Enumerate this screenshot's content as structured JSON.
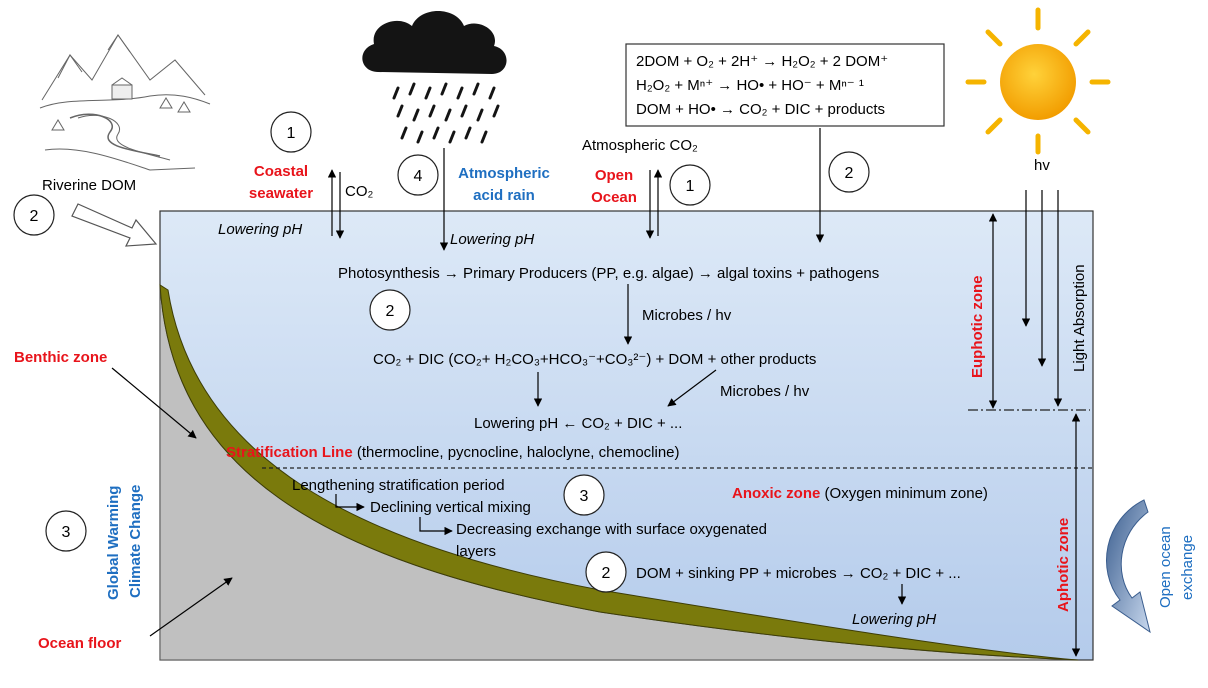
{
  "equations": [
    "2DOM + O₂ + 2H⁺ → H₂O₂ + 2 DOM⁺",
    "H₂O₂ + Mⁿ⁺ → HO• + HO⁻ + Mⁿ⁻ ¹",
    "DOM + HO• → CO₂ + DIC + products"
  ],
  "labels": {
    "riverine_dom": "Riverine DOM",
    "coastal_seawater_1": "Coastal",
    "coastal_seawater_2": "seawater",
    "co2": "CO₂",
    "lowering_ph": "Lowering pH",
    "acid_rain_1": "Atmospheric",
    "acid_rain_2": "acid rain",
    "atmospheric_co2": "Atmospheric CO₂",
    "open_ocean_1": "Open",
    "open_ocean_2": "Ocean",
    "hv": "hv",
    "photosynthesis_line": "Photosynthesis → Primary Producers (PP, e.g. algae) → algal toxins + pathogens",
    "microbes_hv": "Microbes / hv",
    "dic_line": "CO₂ + DIC (CO₂+ H₂CO₃+HCO₃⁻+CO₃²⁻) + DOM + other products",
    "lowering_ph_line": "Lowering pH ← CO₂ + DIC + ...",
    "benthic_zone": "Benthic zone",
    "stratification_bold": "Stratification Line",
    "stratification_rest": " (thermocline, pycnocline, haloclyne, chemocline)",
    "lengthening": "Lengthening stratification period",
    "declining": "Declining vertical mixing",
    "decreasing_1": "Decreasing exchange with surface oxygenated",
    "decreasing_2": "layers",
    "anoxic_bold": "Anoxic zone",
    "anoxic_rest": " (Oxygen minimum zone)",
    "sinking_line": "DOM + sinking PP + microbes → CO₂ + DIC + ...",
    "global_warming": "Global Warming",
    "climate_change": "Climate Change",
    "ocean_floor": "Ocean floor",
    "euphotic_zone": "Euphotic zone",
    "aphotic_zone": "Aphotic zone",
    "light_absorption": "Light Absorption",
    "open_ocean_exchange_1": "Open ocean",
    "open_ocean_exchange_2": "exchange"
  },
  "markers": {
    "m1_coastal": "1",
    "m2_river": "2",
    "m4_rain": "4",
    "m1_open": "1",
    "m2_equations": "2",
    "m2_photosynthesis": "2",
    "m3_stratification": "3",
    "m3_global": "3",
    "m2_sinking": "2"
  },
  "colors": {
    "water_top": "#dde9f7",
    "water_bottom": "#b5cdec",
    "seabed": "#c0c0c0",
    "benthic": "#7a7a0c",
    "red_label": "#e8141b",
    "blue_label": "#1f6fc1",
    "sun": "#f7b500",
    "cloud": "#141414"
  }
}
